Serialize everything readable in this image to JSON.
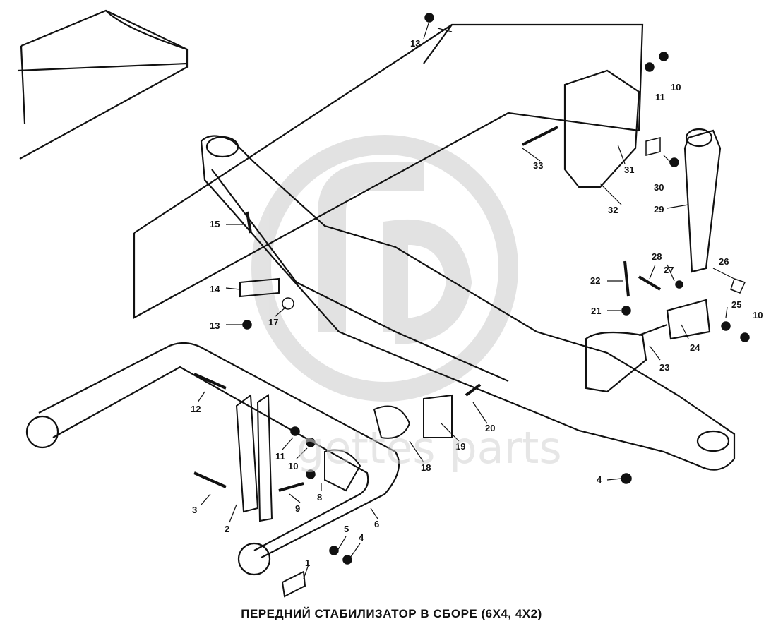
{
  "caption": "ПЕРЕДНИЙ СТАБИЛИЗАТОР В СБОРЕ (6Х4, 4Х2)",
  "watermark": {
    "text": "gettes parts",
    "color": "#d0d0d0"
  },
  "colors": {
    "line": "#111111",
    "background": "#ffffff"
  },
  "parts": [
    {
      "number": "1"
    },
    {
      "number": "2"
    },
    {
      "number": "3"
    },
    {
      "number": "4"
    },
    {
      "number": "4"
    },
    {
      "number": "5"
    },
    {
      "number": "6"
    },
    {
      "number": "8"
    },
    {
      "number": "9"
    },
    {
      "number": "10"
    },
    {
      "number": "10"
    },
    {
      "number": "10"
    },
    {
      "number": "11"
    },
    {
      "number": "11"
    },
    {
      "number": "12"
    },
    {
      "number": "13"
    },
    {
      "number": "13"
    },
    {
      "number": "14"
    },
    {
      "number": "15"
    },
    {
      "number": "17"
    },
    {
      "number": "18"
    },
    {
      "number": "19"
    },
    {
      "number": "20"
    },
    {
      "number": "21"
    },
    {
      "number": "22"
    },
    {
      "number": "23"
    },
    {
      "number": "24"
    },
    {
      "number": "25"
    },
    {
      "number": "26"
    },
    {
      "number": "27"
    },
    {
      "number": "28"
    },
    {
      "number": "29"
    },
    {
      "number": "30"
    },
    {
      "number": "31"
    },
    {
      "number": "32"
    },
    {
      "number": "33"
    }
  ]
}
